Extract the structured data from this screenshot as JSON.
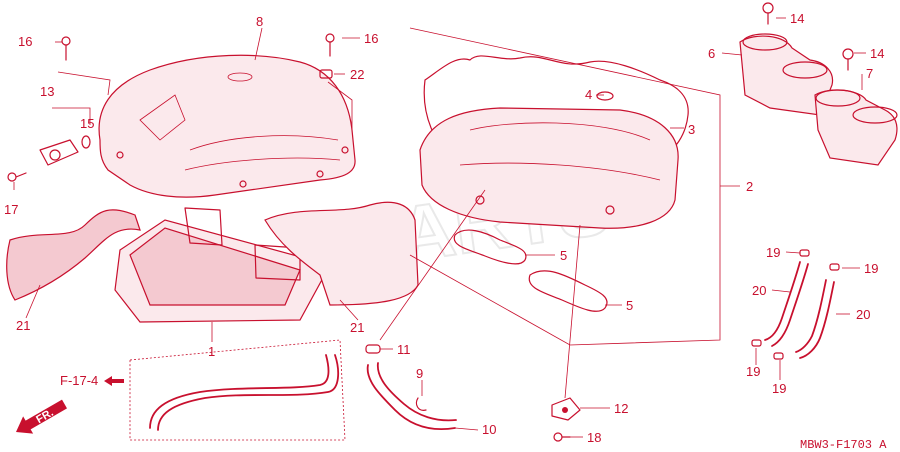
{
  "callouts": {
    "c1": "1",
    "c2": "2",
    "c3": "3",
    "c4": "4",
    "c5a": "5",
    "c5b": "5",
    "c6": "6",
    "c7": "7",
    "c8": "8",
    "c9": "9",
    "c10": "10",
    "c11": "11",
    "c12": "12",
    "c13": "13",
    "c14a": "14",
    "c14b": "14",
    "c15": "15",
    "c16a": "16",
    "c16b": "16",
    "c17": "17",
    "c18": "18",
    "c19a": "19",
    "c19b": "19",
    "c19c": "19",
    "c19d": "19",
    "c20a": "20",
    "c20b": "20",
    "c21a": "21",
    "c21b": "21",
    "c22": "22"
  },
  "ref_label": "F-17-4",
  "front_label": "FR.",
  "diagram_code": "MBW3-F1703 A",
  "watermark": "XPARTS",
  "colors": {
    "line": "#c8102e",
    "background": "#ffffff"
  }
}
